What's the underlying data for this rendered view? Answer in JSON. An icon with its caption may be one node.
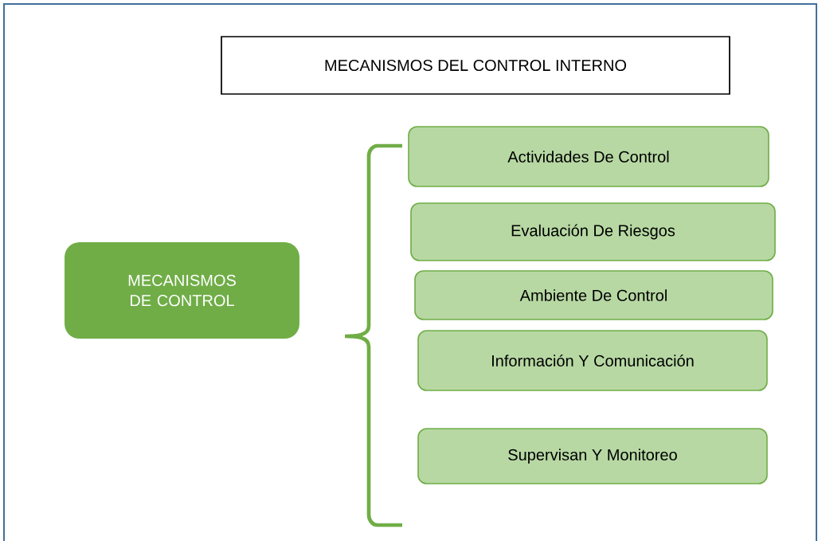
{
  "diagram": {
    "nodes": [
      {
        "text": [
          "MECANISMOS DEL CONTROL INTERNO"
        ]
      },
      {
        "text": [
          "MECANISMOS DE CONTROL"
        ]
      },
      {
        "text": [
          "Actividades De Control"
        ]
      },
      {
        "text": [
          "Evaluación De Riesgos"
        ]
      },
      {
        "text": [
          "Ambiente De Control"
        ]
      },
      {
        "text": [
          "Información Y Comunicación"
        ]
      },
      {
        "text": [
          "Supervisan Y Monitoreo"
        ]
      }
    ]
  }
}
